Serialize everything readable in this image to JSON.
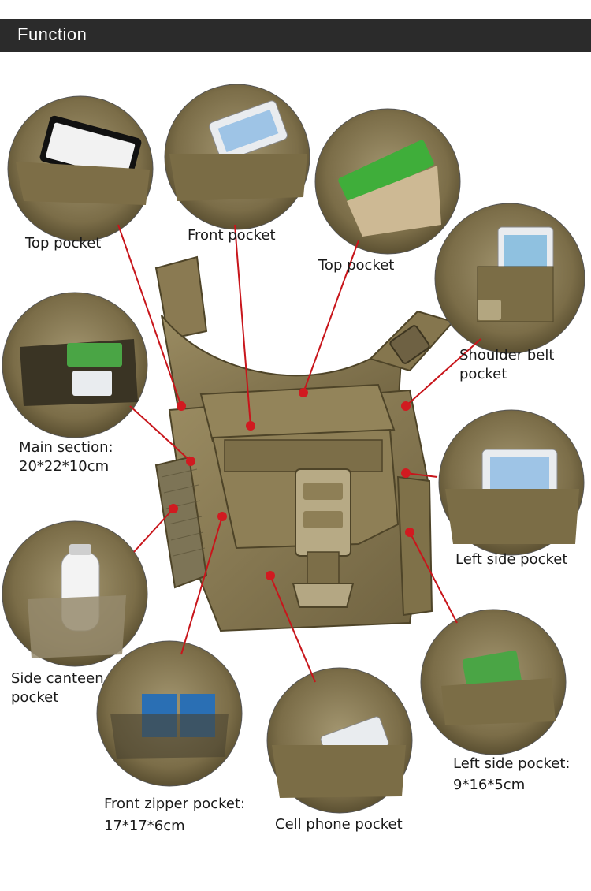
{
  "header": {
    "title": "Function"
  },
  "labels": {
    "top_pocket_1": "Top pocket",
    "front_pocket": "Front pocket",
    "top_pocket_2": "Top pocket",
    "shoulder_belt_line1": "Shoulder belt",
    "shoulder_belt_line2": "pocket",
    "main_section_line1": "Main section:",
    "main_section_line2": "20*22*10cm",
    "left_side_pocket": "Left side pocket",
    "side_canteen_line1": "Side canteen",
    "side_canteen_line2": "pocket",
    "front_zipper_line1": "Front zipper pocket:",
    "front_zipper_line2": "17*17*6cm",
    "cell_phone_pocket": "Cell phone pocket",
    "left_side_dim_line1": "Left side pocket:",
    "left_side_dim_line2": "9*16*5cm"
  },
  "colors": {
    "bag": "#8a7a52",
    "bag_dark": "#5e5232",
    "leader_line": "#c8151b",
    "dot": "#d11a20",
    "header_bg": "#2b2b2b"
  }
}
